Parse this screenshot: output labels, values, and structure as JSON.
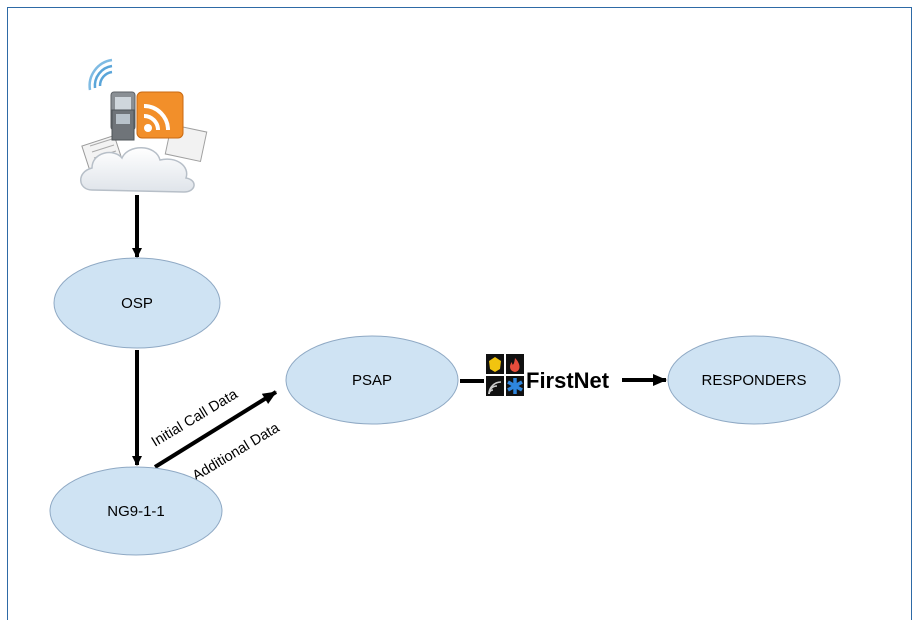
{
  "diagram": {
    "nodes": {
      "osp": "OSP",
      "ng911": "NG9-1-1",
      "psap": "PSAP",
      "responders": "RESPONDERS"
    },
    "edges": {
      "initial_call_data": "Initial Call Data",
      "additional_data": "Additional Data"
    },
    "logo": {
      "text": "FirstNet",
      "icons": [
        "police-badge-icon",
        "fire-icon",
        "signal-waves-icon",
        "star-of-life-icon"
      ]
    },
    "source_icon": "devices-cloud-icon",
    "colors": {
      "node_fill": "#cfe3f3",
      "node_stroke": "#8fa9c4",
      "frame": "#2e6aa6",
      "arrow": "#000000"
    }
  }
}
